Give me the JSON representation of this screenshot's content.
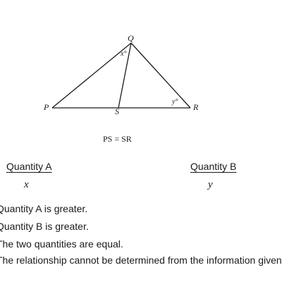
{
  "figure": {
    "points": {
      "P": "P",
      "Q": "Q",
      "R": "R",
      "S": "S"
    },
    "angles": {
      "x": "x°",
      "y": "y°"
    },
    "given": "PS = SR"
  },
  "quantities": {
    "a_header": "Quantity A",
    "b_header": "Quantity B",
    "a_value": "x",
    "b_value": "y"
  },
  "options": [
    "Quantity A is greater.",
    "Quantity B is greater.",
    "The two quantities are equal.",
    "The relationship cannot be determined from the information given."
  ]
}
